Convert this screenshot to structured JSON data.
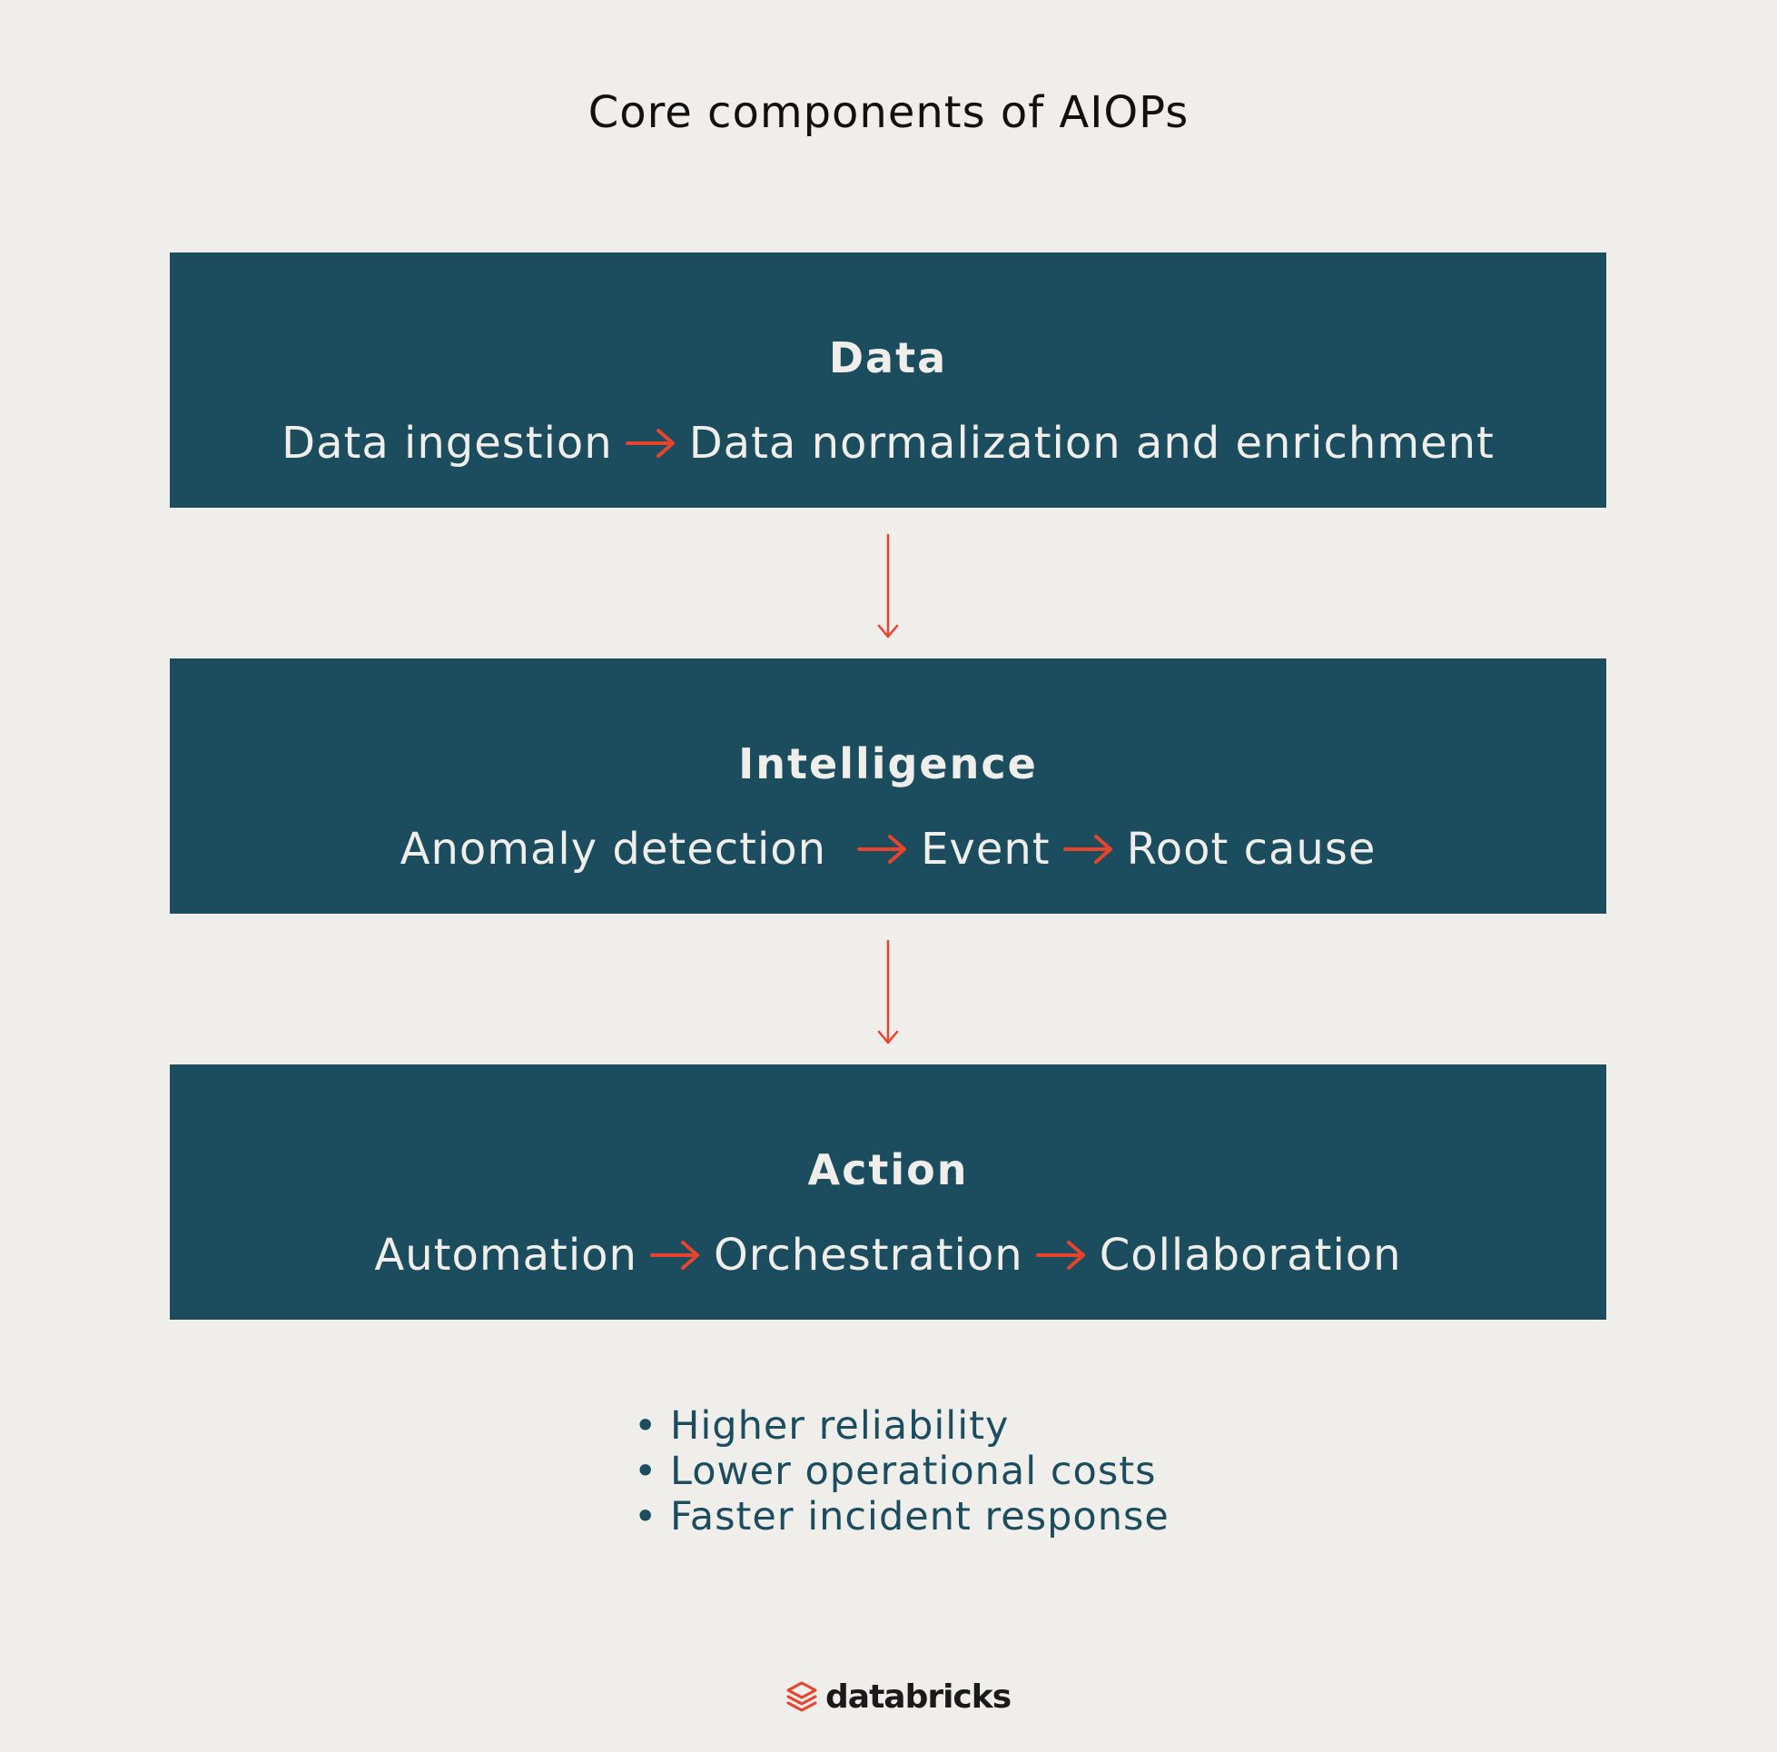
{
  "title": "Core components of AIOPs",
  "colors": {
    "background": "#f0eeeb",
    "block": "#1b4d5e",
    "accent": "#e8432d",
    "block_text": "#f0eeeb"
  },
  "blocks": [
    {
      "title": "Data",
      "steps": [
        "Data ingestion",
        "Data normalization and enrichment"
      ]
    },
    {
      "title": "Intelligence",
      "steps": [
        "Anomaly detection",
        "Event",
        "Root cause"
      ]
    },
    {
      "title": "Action",
      "steps": [
        "Automation",
        "Orchestration",
        "Collaboration"
      ]
    }
  ],
  "benefits": [
    "Higher reliability",
    "Lower operational costs",
    "Faster incident response"
  ],
  "bullet": "•",
  "logo": {
    "text": "databricks",
    "icon": "databricks-stack-icon"
  }
}
